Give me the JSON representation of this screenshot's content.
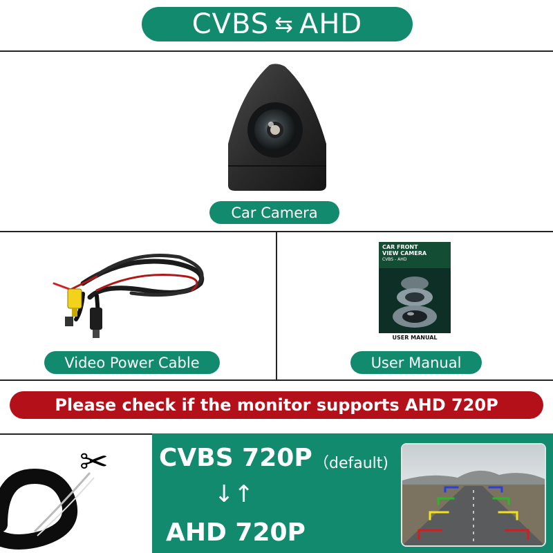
{
  "header": {
    "mode_left": "CVBS",
    "mode_arrows": "⇆",
    "mode_right": "AHD"
  },
  "items": {
    "camera_label": "Car Camera",
    "cable_label": "Video Power Cable",
    "manual_label": "User Manual"
  },
  "manual_cover": {
    "line1": "CAR FRONT",
    "line2": "VIEW CAMERA",
    "line3": "CVBS - AHD",
    "footer": "USER MANUAL"
  },
  "warning": {
    "text": "Please check if the monitor supports AHD 720P"
  },
  "modes": {
    "primary": "CVBS 720P",
    "primary_note": "（default)",
    "swap_arrows": "↓↑",
    "secondary": "AHD 720P"
  },
  "colors": {
    "accent_green": "#118a6e",
    "warning_red": "#b4101a"
  },
  "icons": {
    "scissors": "scissors-icon",
    "swap": "swap-arrows-icon"
  }
}
